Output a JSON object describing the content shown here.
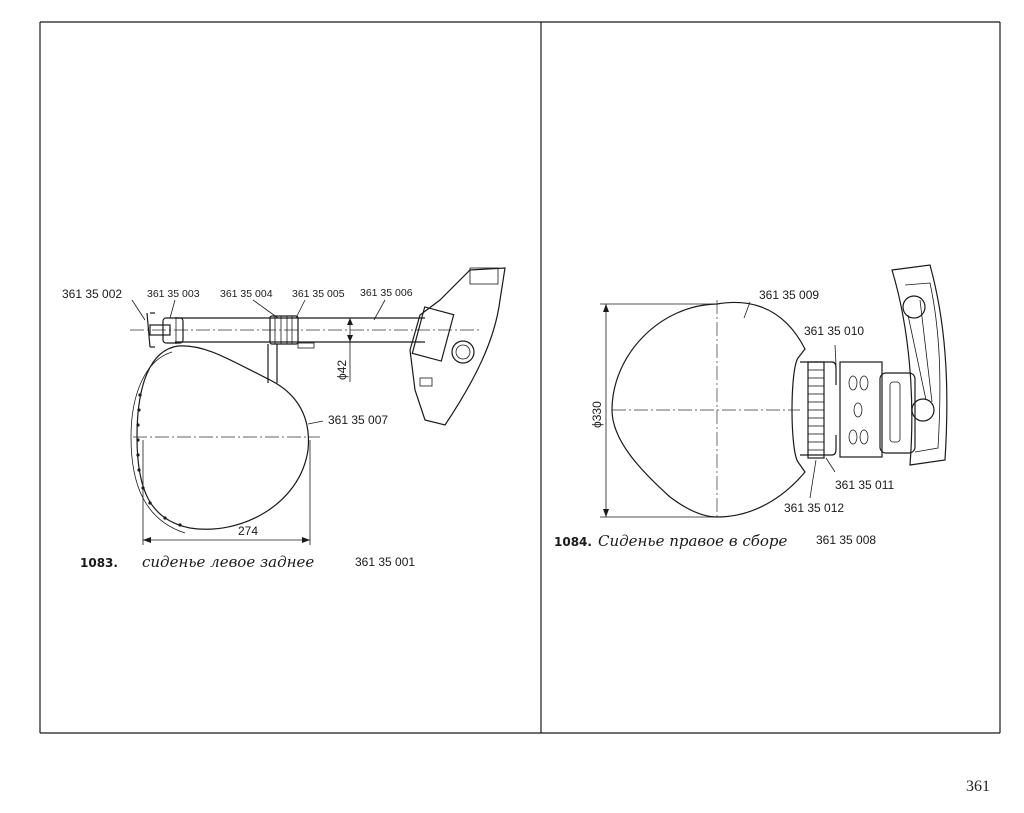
{
  "figure_1083": {
    "number": "1083.",
    "title": "сиденье левое заднее",
    "part_no": "361 35 001",
    "callouts": [
      "361 35 002",
      "361 35 003",
      "361 35 004",
      "361 35 005",
      "361 35 006",
      "361 35 007"
    ],
    "dim_diameter": "ϕ42",
    "dim_width": "274"
  },
  "figure_1084": {
    "number": "1084.",
    "title": "Сиденье правое в сборе",
    "part_no": "361 35 008",
    "callouts": [
      "361 35 009",
      "361 35 010",
      "361 35 011",
      "361 35 012"
    ],
    "dim_diameter": "ϕ330"
  },
  "page_number": "361"
}
